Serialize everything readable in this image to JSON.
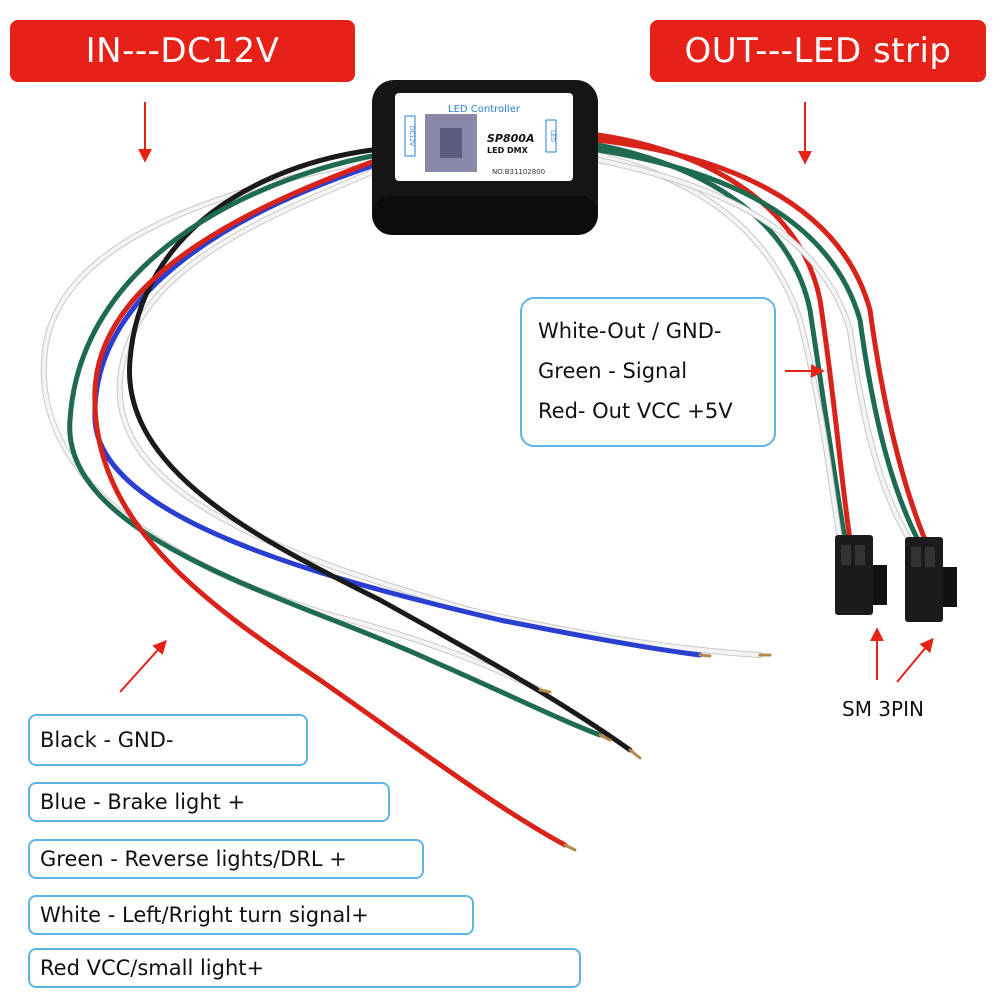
{
  "banners": {
    "input": "IN---DC12V",
    "output": "OUT---LED strip"
  },
  "controller": {
    "title": "LED Controller",
    "model": "SP800A",
    "type": "LED DMX",
    "serial": "NO.B31102800",
    "port_in": "DC12V",
    "port_out": "LED"
  },
  "output_labels": [
    "White-Out / GND-",
    "Green - Signal",
    "Red- Out VCC +5V"
  ],
  "connector_label": "SM 3PIN",
  "input_labels": [
    "Black - GND-",
    "Blue - Brake light +",
    "Green - Reverse lights/DRL +",
    "White - Left/Rright turn signal+",
    "Red VCC/small light+"
  ],
  "colors": {
    "banner": "#e62117",
    "box_border": "#5fb4e6",
    "arrow": "#e62117",
    "wire_black": "#1a1a1a",
    "wire_blue": "#2a3fcf",
    "wire_green": "#1e6b50",
    "wire_white": "#f2f2f2",
    "wire_red": "#d8231a"
  }
}
